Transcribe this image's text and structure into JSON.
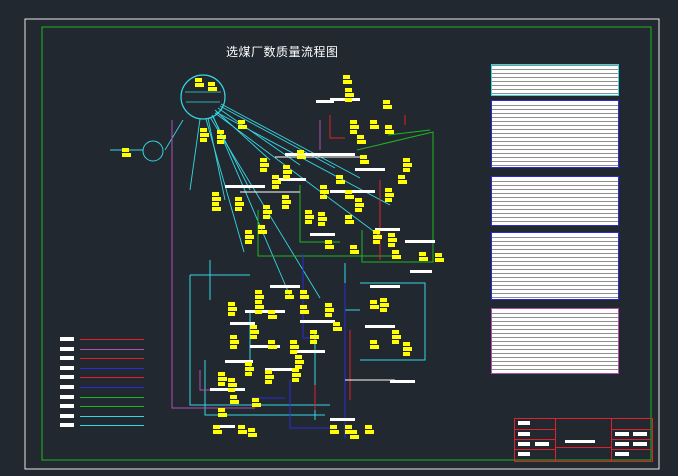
{
  "drawing": {
    "title": "选煤厂数质量流程图",
    "background": "#212830",
    "outer_border_color": "#e8e8e8",
    "inner_border_color": "#1fb51f",
    "flow_colors": {
      "green": "#1fb51f",
      "cyan": "#35d6e0",
      "magenta": "#b04fb0",
      "red": "#e0202a",
      "blue": "#2b2bd8",
      "white": "#ffffff",
      "yellow": "#ffff00"
    }
  },
  "tables": [
    {
      "name": "summary-table",
      "caption": "",
      "border": "#35d6e0"
    },
    {
      "name": "raw-coal-table",
      "caption": "",
      "border": "#2b2bd8"
    },
    {
      "name": "screening-table",
      "caption": "",
      "border": "#2b2bd8"
    },
    {
      "name": "product-balance-table",
      "caption": "",
      "border": "#2b2bd8"
    },
    {
      "name": "water-balance-table",
      "caption": "",
      "border": "#b04fb0"
    }
  ],
  "legend": {
    "line_colors": [
      "#e0202a",
      "#b04fb0",
      "#e0202a",
      "#2b2bd8",
      "#e0202a",
      "#2b2bd8",
      "#1fb51f",
      "#1fb51f",
      "#35d6e0",
      "#35d6e0"
    ]
  },
  "title_block": {
    "border": "#e0202a"
  }
}
